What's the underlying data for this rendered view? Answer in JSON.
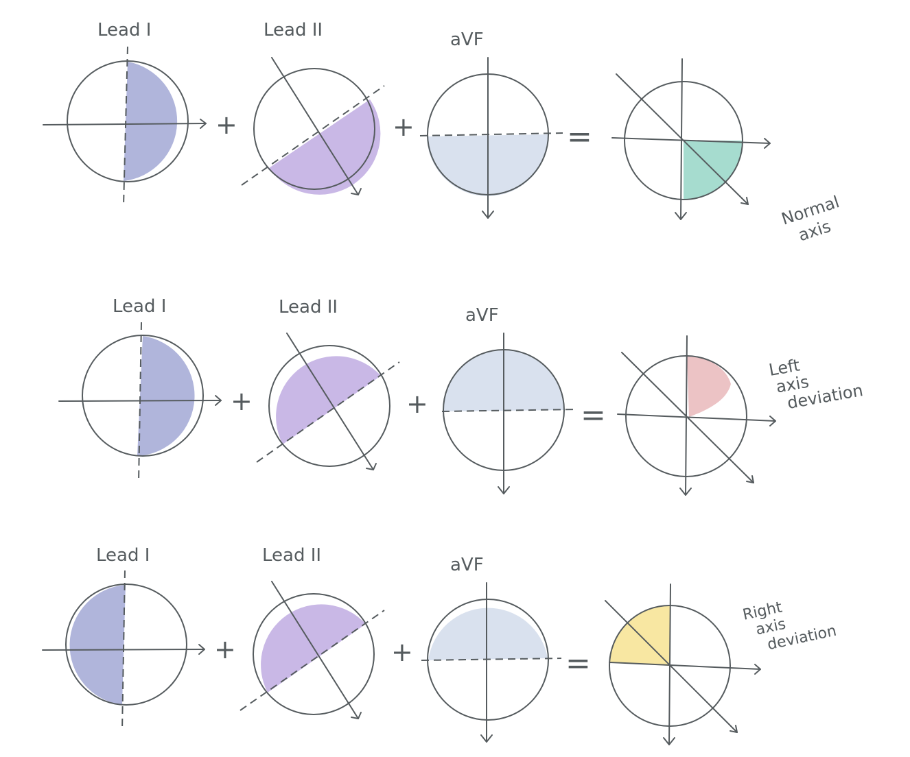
{
  "colors": {
    "stroke": "#555b5e",
    "lead_i_fill": "#b0b5db",
    "lead_ii_fill": "#c9b8e6",
    "avf_fill": "#d9e1ee",
    "normal_fill": "#a6dccf",
    "left_fill": "#ecc3c5",
    "right_fill": "#f8e7a2"
  },
  "operators": {
    "plus": "+",
    "equals": "="
  },
  "rows": [
    {
      "id": "normal",
      "lead_i": {
        "label": "Lead I",
        "positive_half": "right"
      },
      "lead_ii": {
        "label": "Lead II",
        "positive_half": "lower"
      },
      "avf": {
        "label": "aVF",
        "positive_half": "lower"
      },
      "result": {
        "caption_lines": [
          "Normal",
          "axis"
        ],
        "quadrant": "bottom-right"
      }
    },
    {
      "id": "left",
      "lead_i": {
        "label": "Lead I",
        "positive_half": "right"
      },
      "lead_ii": {
        "label": "Lead II",
        "positive_half": "upper"
      },
      "avf": {
        "label": "aVF",
        "positive_half": "upper"
      },
      "result": {
        "caption_lines": [
          "Left",
          "axis",
          "deviation"
        ],
        "quadrant": "top-right"
      }
    },
    {
      "id": "right",
      "lead_i": {
        "label": "Lead I",
        "positive_half": "left"
      },
      "lead_ii": {
        "label": "Lead II",
        "positive_half": "upper"
      },
      "avf": {
        "label": "aVF",
        "positive_half": "upper"
      },
      "result": {
        "caption_lines": [
          "Right",
          "axis",
          "deviation"
        ],
        "quadrant": "top-left"
      }
    }
  ]
}
